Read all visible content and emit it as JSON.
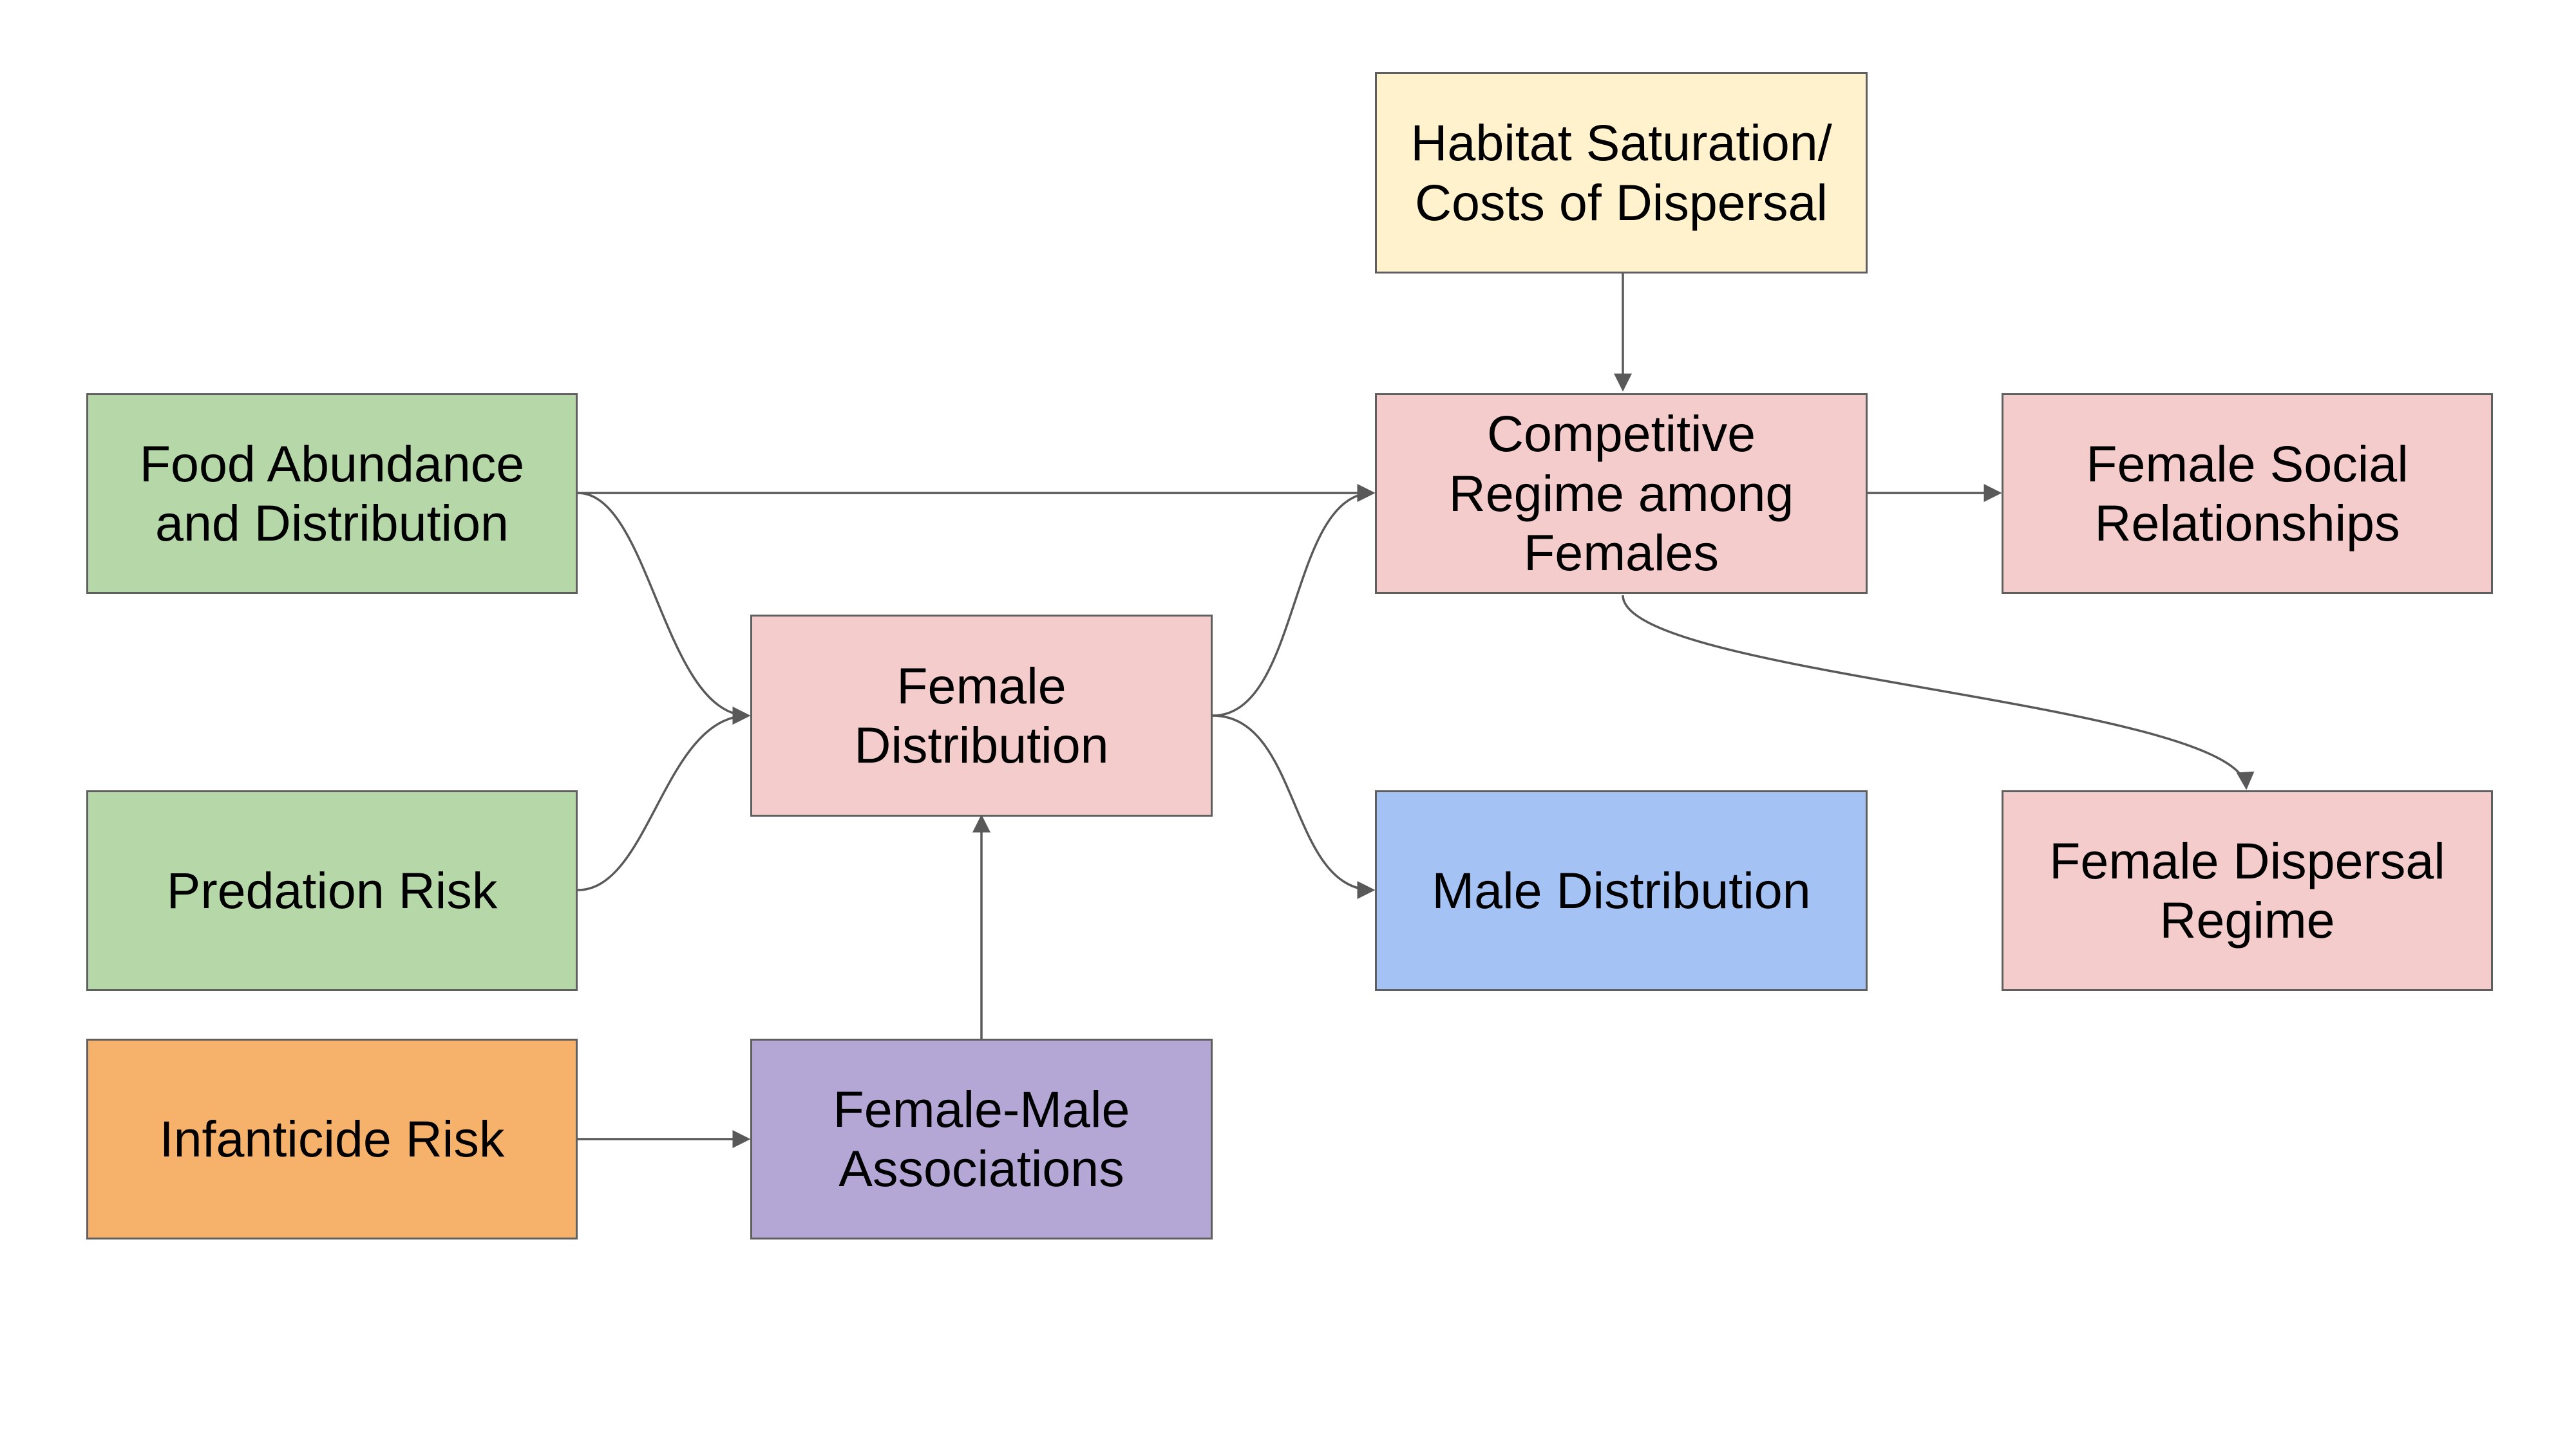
{
  "colors": {
    "green": "#b6d7a8",
    "pink": "#f4cccc",
    "yellow": "#fff2cc",
    "blue": "#a4c2f4",
    "orange": "#f6b26b",
    "purple": "#b4a7d6",
    "border": "#5f5f5f",
    "edge": "#595959"
  },
  "nodes": {
    "food": {
      "label": "Food Abundance\nand Distribution",
      "color": "#b6d7a8"
    },
    "predation": {
      "label": "Predation Risk",
      "color": "#b6d7a8"
    },
    "infanticide": {
      "label": "Infanticide Risk",
      "color": "#f6b26b"
    },
    "female_dist": {
      "label": "Female\nDistribution",
      "color": "#f4cccc"
    },
    "female_male": {
      "label": "Female-Male\nAssociations",
      "color": "#b4a7d6"
    },
    "habitat": {
      "label": "Habitat Saturation/\nCosts of Dispersal",
      "color": "#fff2cc"
    },
    "competitive": {
      "label": "Competitive\nRegime among\nFemales",
      "color": "#f4cccc"
    },
    "male_dist": {
      "label": "Male Distribution",
      "color": "#a4c2f4"
    },
    "social": {
      "label": "Female Social\nRelationships",
      "color": "#f4cccc"
    },
    "dispersal": {
      "label": "Female Dispersal\nRegime",
      "color": "#f4cccc"
    }
  },
  "edges": [
    {
      "from": "food",
      "to": "competitive"
    },
    {
      "from": "food",
      "to": "female_dist"
    },
    {
      "from": "predation",
      "to": "female_dist"
    },
    {
      "from": "infanticide",
      "to": "female_male"
    },
    {
      "from": "female_male",
      "to": "female_dist"
    },
    {
      "from": "female_dist",
      "to": "competitive"
    },
    {
      "from": "female_dist",
      "to": "male_dist"
    },
    {
      "from": "habitat",
      "to": "competitive"
    },
    {
      "from": "competitive",
      "to": "social"
    },
    {
      "from": "competitive",
      "to": "dispersal"
    }
  ]
}
